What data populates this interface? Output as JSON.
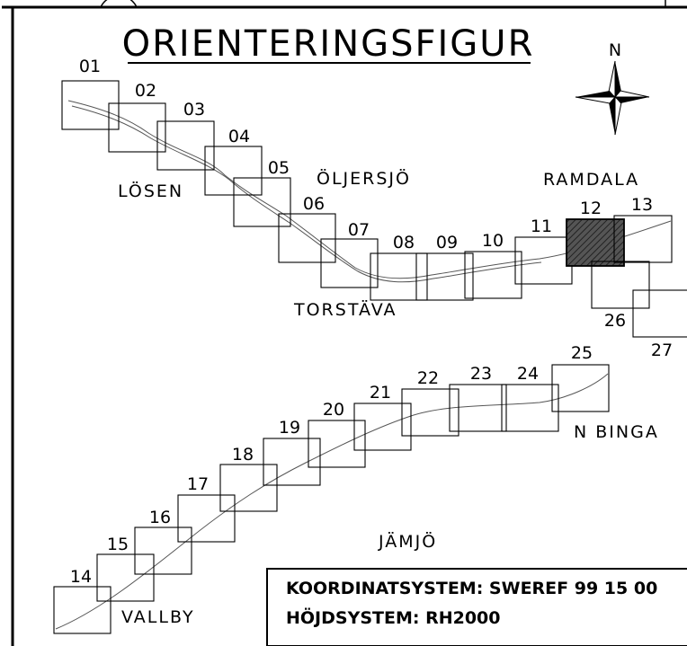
{
  "title": "ORIENTERINGSFIGUR",
  "north_label": "N",
  "colors": {
    "line": "#000000",
    "road": "#555555",
    "highlight": "#444444",
    "background": "#ffffff"
  },
  "sheets": [
    "01",
    "02",
    "03",
    "04",
    "05",
    "06",
    "07",
    "08",
    "09",
    "10",
    "11",
    "12",
    "13",
    "26",
    "27",
    "14",
    "15",
    "16",
    "17",
    "18",
    "19",
    "20",
    "21",
    "22",
    "23",
    "24",
    "25"
  ],
  "highlighted_sheet": "12",
  "places": [
    "LÖSEN",
    "ÖLJERSJÖ",
    "RAMDALA",
    "TORSTÄVA",
    "N BINGA",
    "JÄMJÖ",
    "VALLBY"
  ],
  "info_box": {
    "line1": "KOORDINATSYSTEM: SWEREF 99 15 00",
    "line2": "HÖJDSYSTEM: RH2000"
  }
}
